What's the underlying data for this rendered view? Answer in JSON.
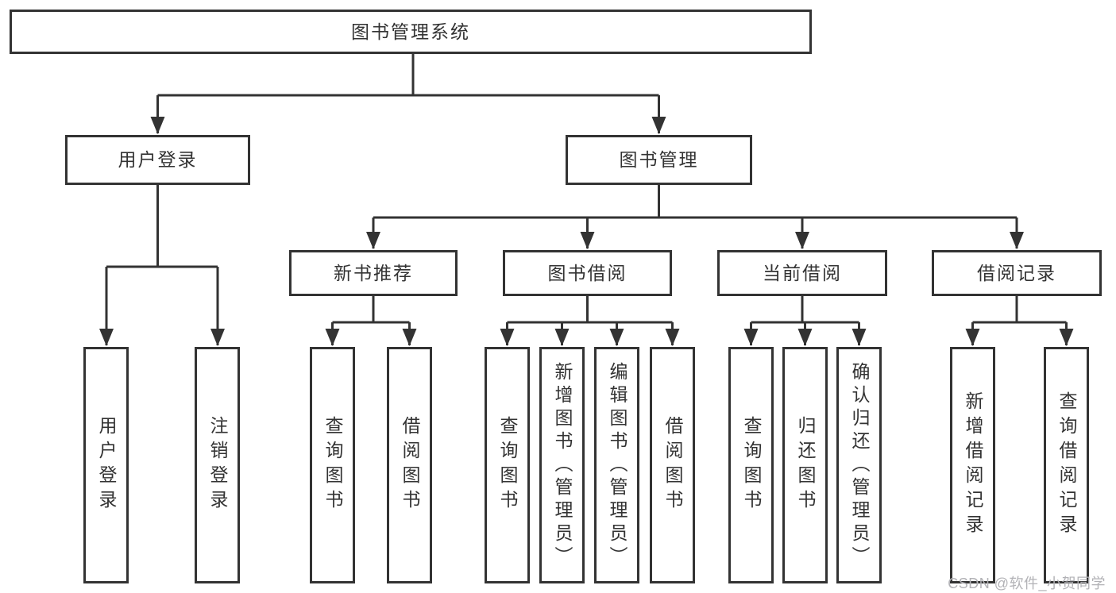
{
  "diagram": {
    "root": {
      "label": "图书管理系统"
    },
    "level2": {
      "user_login": {
        "label": "用户登录"
      },
      "book_management": {
        "label": "图书管理"
      }
    },
    "level3": {
      "new_book_recommend": {
        "label": "新书推荐"
      },
      "book_borrow": {
        "label": "图书借阅"
      },
      "current_borrow": {
        "label": "当前借阅"
      },
      "borrow_record": {
        "label": "借阅记录"
      }
    },
    "leaves": {
      "user_login": [
        "用户登录",
        "注销登录"
      ],
      "new_book_recommend": [
        "查询图书",
        "借阅图书"
      ],
      "book_borrow": [
        "查询图书",
        "新增图书（管理员）",
        "编辑图书（管理员）",
        "借阅图书"
      ],
      "current_borrow": [
        "查询图书",
        "归还图书",
        "确认归还（管理员）"
      ],
      "borrow_record": [
        "新增借阅记录",
        "查询借阅记录"
      ]
    }
  },
  "watermark": {
    "text": "CSDN @软件_小贺同学"
  },
  "colors": {
    "line": "#333333",
    "box_border": "#333333",
    "text": "#333333",
    "background": "#ffffff",
    "watermark": "#b2b2b6"
  }
}
